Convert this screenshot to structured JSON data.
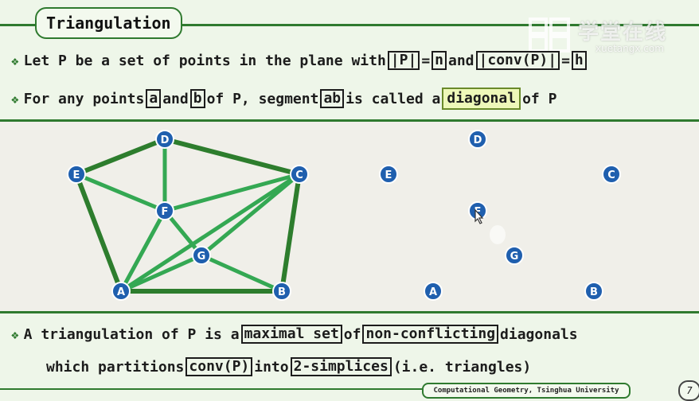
{
  "title": "Triangulation",
  "line1": {
    "t1": "Let P be a set of points in the plane with ",
    "b1": "|P|",
    "t2": " = ",
    "b2": "n",
    "t3": " and ",
    "b3": "|conv(P)|",
    "t4": " = ",
    "b4": "h"
  },
  "line2": {
    "t1": "For any points ",
    "b1": "a",
    "t2": " and ",
    "b2": "b",
    "t3": " of P, segment ",
    "b3": "ab",
    "t4": " is called a ",
    "b4": "diagonal",
    "t5": " of P"
  },
  "line3": {
    "t1": "A triangulation of P is a ",
    "b1": "maximal set",
    "t2": " of ",
    "b2": "non-conflicting",
    "t3": " diagonals"
  },
  "line4": {
    "t1": "which partitions ",
    "b1": "conv(P)",
    "t2": " into ",
    "b2": "2-simplices",
    "t3": " (i.e. triangles)"
  },
  "labels": {
    "A": "A",
    "B": "B",
    "C": "C",
    "D": "D",
    "E": "E",
    "F": "F",
    "G": "G"
  },
  "colors": {
    "hull": "#2d7d2d",
    "inner": "#34a853",
    "node": "#1f5fae",
    "rule": "#2f7a2f"
  },
  "watermark": {
    "cn": "学堂在线",
    "en": "xuetangx.com"
  },
  "footer": "Computational Geometry, Tsinghua University",
  "page": "7"
}
